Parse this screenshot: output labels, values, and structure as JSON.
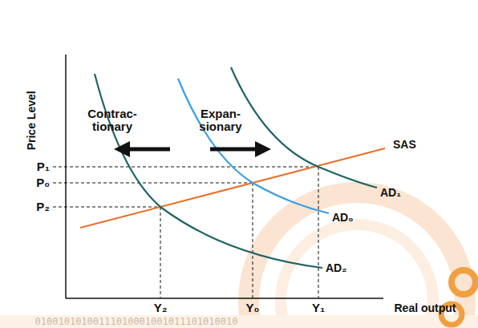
{
  "diagram": {
    "labels": [
      "Price Level",
      "Contrac- tionary",
      "Expan- sionary",
      "P₁",
      "P₀",
      "P₂",
      "SAS",
      "AD₁",
      "AD₀",
      "AD₂",
      "Y₂",
      "Y₀",
      "Y₁",
      "Real output",
      "01001010100111010001001011101010010"
    ]
  }
}
